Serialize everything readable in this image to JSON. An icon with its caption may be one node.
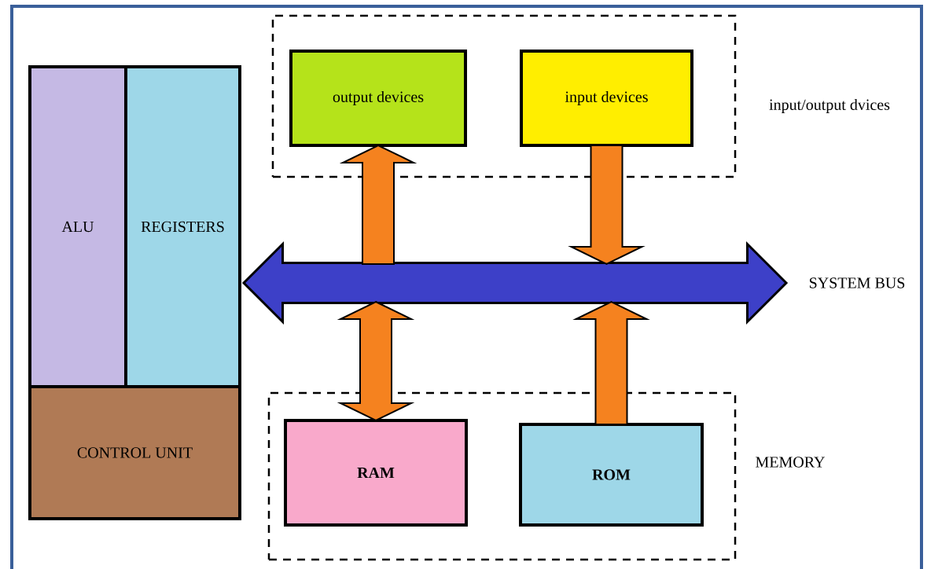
{
  "diagram": {
    "nodes": [
      {
        "text": [
          "ALU"
        ]
      },
      {
        "text": [
          "REGISTERS"
        ]
      },
      {
        "text": [
          "CONTROL UNIT"
        ]
      },
      {
        "text": [
          "input/output dvices"
        ]
      },
      {
        "text": [
          "output devices"
        ],
        "in": 3
      },
      {
        "text": [
          "input devices"
        ],
        "in": 3
      },
      {
        "text": [],
        "shape": "bar",
        "beside": [
          "SYSTEM BUS"
        ]
      },
      {
        "text": [
          "MEMORY"
        ]
      },
      {
        "text": [
          "RAM"
        ],
        "in": 7
      },
      {
        "text": [
          "ROM"
        ],
        "in": 7
      }
    ],
    "edges": [
      {
        "from": 6,
        "to": 4,
        "arrow": "to"
      },
      {
        "from": 5,
        "to": 6,
        "arrow": "to"
      },
      {
        "from": 6,
        "to": 8,
        "arrow": "both"
      },
      {
        "from": 9,
        "to": 6,
        "arrow": "to"
      }
    ]
  }
}
